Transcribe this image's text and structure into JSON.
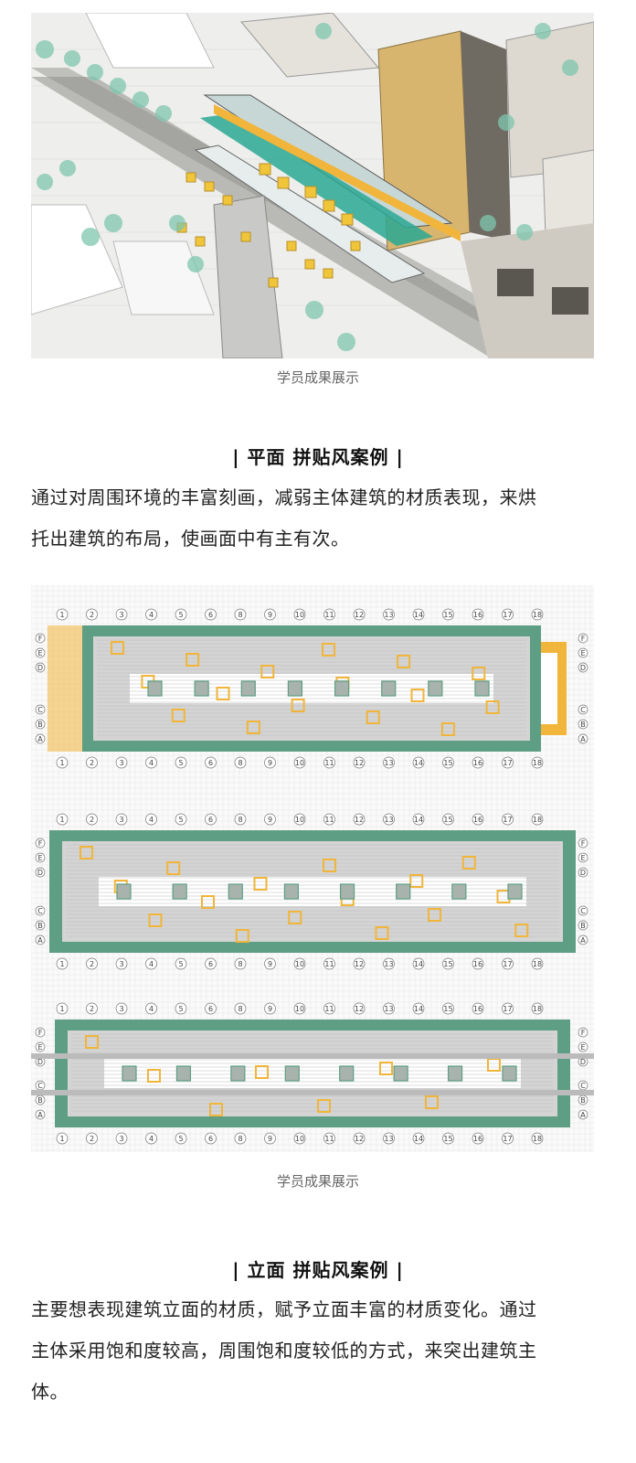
{
  "captions": {
    "fig1": "学员成果展示",
    "fig2": "学员成果展示"
  },
  "sections": [
    {
      "title": "| 平面 拼贴风案例 |",
      "body": [
        "通过对周围环境的丰富刻画，减弱主体建筑的材质表现，来烘",
        "托出建筑的布局，使画面中有主有次。"
      ]
    },
    {
      "title": "| 立面 拼贴风案例 |",
      "body": [
        "主要想表现建筑立面的材质，赋予立面丰富的材质变化。通过",
        "主体采用饱和度较高，周围饱和度较低的方式，来突出建筑主",
        "体。"
      ]
    }
  ],
  "plan": {
    "columns": [
      "1",
      "2",
      "3",
      "4",
      "5",
      "6",
      "8",
      "9",
      "10",
      "11",
      "12",
      "13",
      "14",
      "15",
      "16",
      "17",
      "18"
    ],
    "rows_top": [
      "F",
      "E",
      "D"
    ],
    "rows_bottom": [
      "C",
      "B",
      "A"
    ]
  },
  "colors": {
    "green": "#5e9e84",
    "yellow": "#f0b53a",
    "teal": "#2aa894"
  }
}
